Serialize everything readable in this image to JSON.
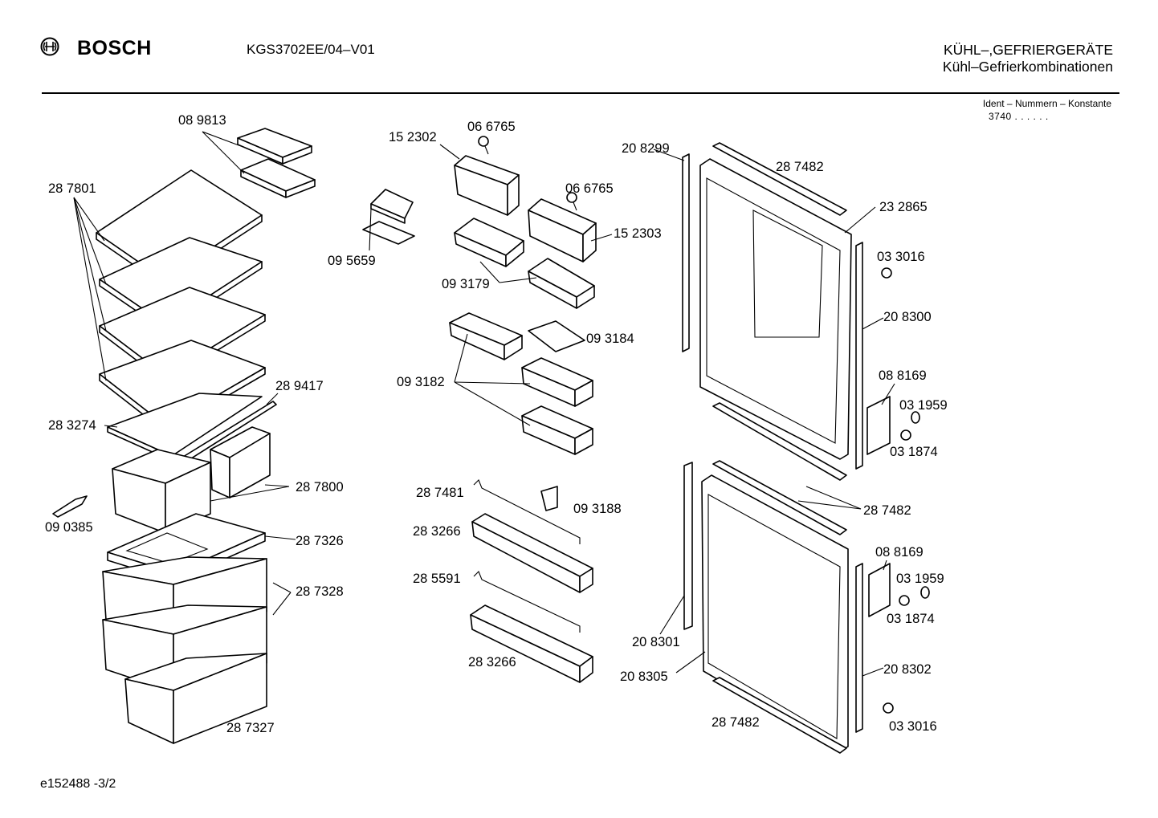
{
  "header": {
    "brand": "BOSCH",
    "model": "KGS3702EE/04–V01",
    "title": "KÜHL–,GEFRIERGERÄTE",
    "subtitle": "Kühl–Gefrierkombinationen",
    "ident_label": "Ident – Nummern – Konstante",
    "ident_value": "3740  .  .   .  .  .  ."
  },
  "footer": {
    "drawing_id": "e152488   -3/2"
  },
  "icons": {
    "brand_logo": "bosch-armature-icon"
  },
  "parts": [
    "08 9813",
    "28 7801",
    "09 5659",
    "15 2302",
    "06 6765",
    "06 6765",
    "15 2303",
    "09 3179",
    "09 3184",
    "09 3182",
    "28 9417",
    "28 3274",
    "28 7800",
    "09 0385",
    "28 7326",
    "28 7328",
    "28 7327",
    "28 7481",
    "09 3188",
    "28 3266",
    "28 5591",
    "28 3266",
    "20 8299",
    "28 7482",
    "23 2865",
    "03 3016",
    "20 8300",
    "08 8169",
    "03 1959",
    "03 1874",
    "28 7482",
    "08 8169",
    "03 1959",
    "03 1874",
    "20 8301",
    "20 8305",
    "20 8302",
    "28 7482",
    "03 3016"
  ]
}
